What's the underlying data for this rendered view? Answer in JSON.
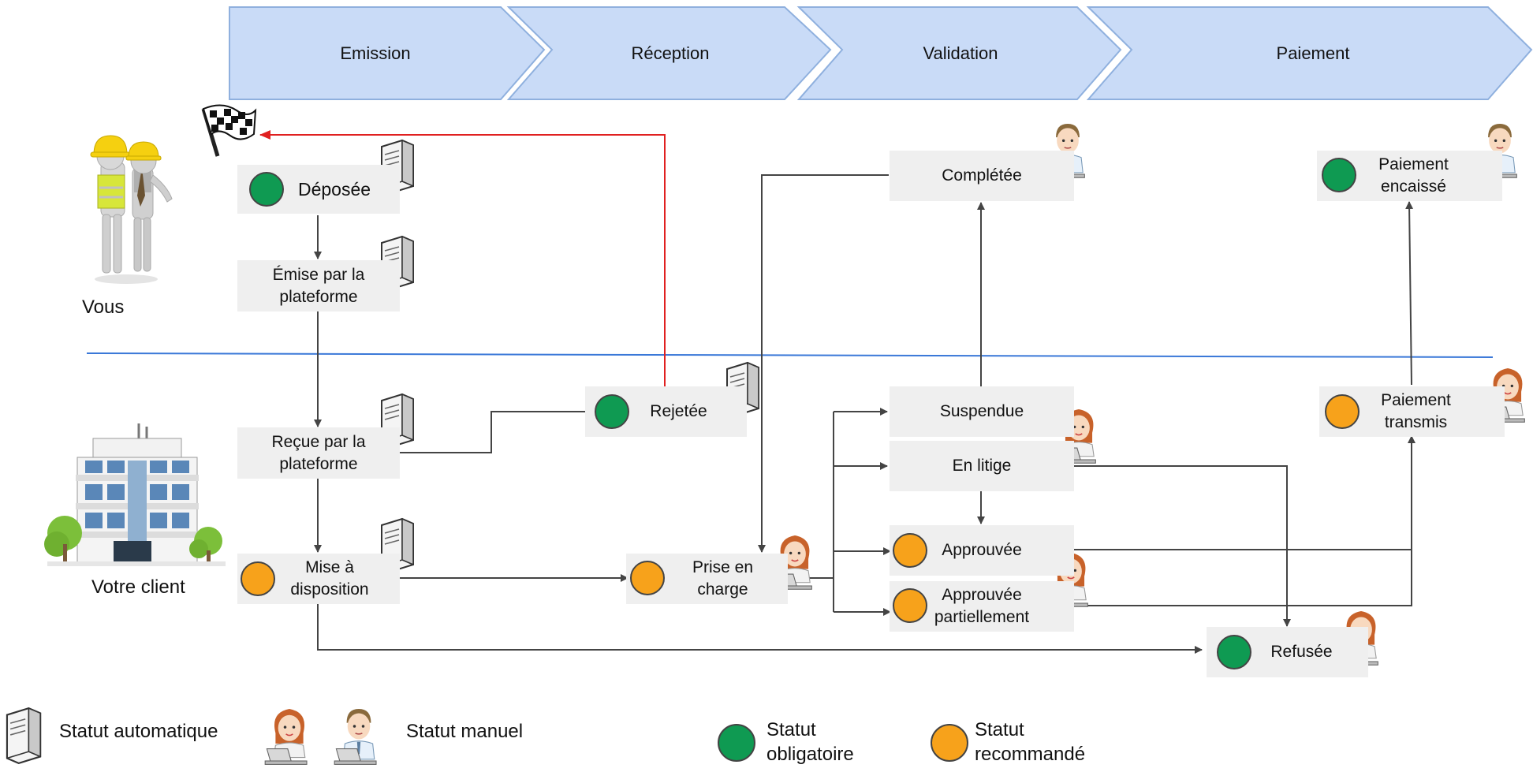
{
  "colors": {
    "phase_fill": "#c9dbf7",
    "phase_stroke": "#8fb0de",
    "node_fill": "#efefef",
    "obligatory": "#0f9a52",
    "recommended": "#f7a21b",
    "arrow": "#444444",
    "reject_arrow": "#e02020",
    "separator": "#3a78d8"
  },
  "phases": [
    "Emission",
    "Réception",
    "Validation",
    "Paiement"
  ],
  "actors": {
    "vous": "Vous",
    "client": "Votre client"
  },
  "nodes": {
    "deposee": "Déposée",
    "emise_1": "Émise par la",
    "emise_2": "plateforme",
    "recue_1": "Reçue par la",
    "recue_2": "plateforme",
    "mise_1": "Mise à",
    "mise_2": "disposition",
    "rejetee": "Rejetée",
    "prise_1": "Prise en",
    "prise_2": "charge",
    "completee": "Complétée",
    "suspendue": "Suspendue",
    "litige": "En litige",
    "approuvee": "Approuvée",
    "partielle_1": "Approuvée",
    "partielle_2": "partiellement",
    "refusee": "Refusée",
    "encaisse_1": "Paiement",
    "encaisse_2": "encaissé",
    "transmis_1": "Paiement",
    "transmis_2": "transmis"
  },
  "legend": {
    "auto": "Statut automatique",
    "manual": "Statut manuel",
    "oblig_1": "Statut",
    "oblig_2": "obligatoire",
    "recom_1": "Statut",
    "recom_2": "recommandé"
  },
  "icons": [
    "server-icon",
    "man-at-laptop-icon",
    "woman-at-laptop-icon",
    "checkered-flag-icon",
    "construction-workers-icon",
    "office-building-icon"
  ]
}
